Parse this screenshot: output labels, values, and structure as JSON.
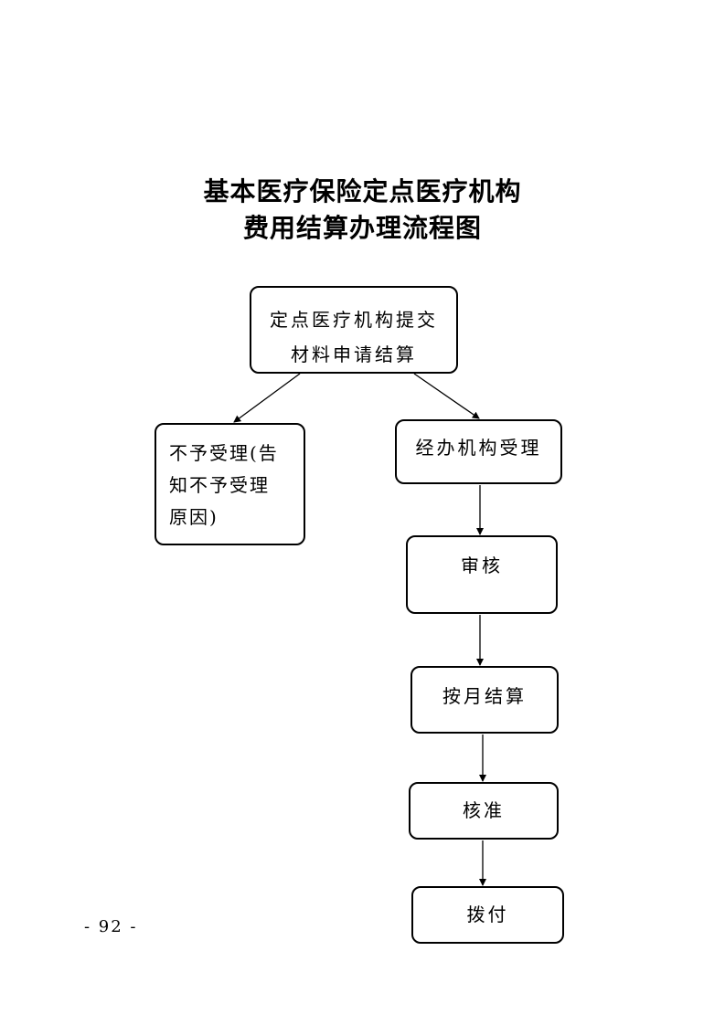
{
  "title": {
    "line1": "基本医疗保险定点医疗机构",
    "line2": "费用结算办理流程图"
  },
  "nodes": {
    "submit": {
      "line1": "定点医疗机构提交",
      "line2": "材料申请结算"
    },
    "reject": {
      "line1": "不予受理(告",
      "line2": "知不予受理",
      "line3": "原因)"
    },
    "accept": {
      "label": "经办机构受理"
    },
    "review": {
      "label": "审核"
    },
    "settle": {
      "label": "按月结算"
    },
    "approve": {
      "label": "核准"
    },
    "pay": {
      "label": "拨付"
    }
  },
  "edges": [
    {
      "from": "submit",
      "to": "reject"
    },
    {
      "from": "submit",
      "to": "accept"
    },
    {
      "from": "accept",
      "to": "review"
    },
    {
      "from": "review",
      "to": "settle"
    },
    {
      "from": "settle",
      "to": "approve"
    },
    {
      "from": "approve",
      "to": "pay"
    }
  ],
  "footer": {
    "page_number": "- 92 -"
  }
}
